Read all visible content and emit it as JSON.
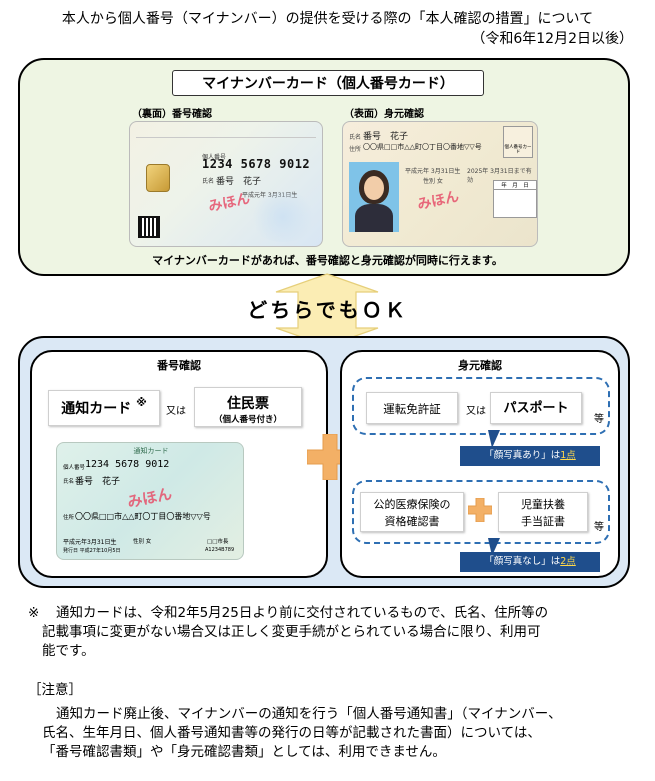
{
  "title": {
    "line1": "本人から個人番号（マイナンバー）の提供を受ける際の「本人確認の措置」について",
    "line2": "（令和6年12月2日以後）"
  },
  "mynumber_card": {
    "label": "マイナンバーカード（個人番号カード）",
    "back_label": "（裏面）番号確認",
    "front_label": "（表面）身元確認",
    "back": {
      "number_label": "個人番号",
      "number": "1234  5678  9012",
      "name_label": "氏名",
      "name": "番号　花子",
      "birth": "平成元年 3月31日生",
      "sample": "みほん"
    },
    "front": {
      "name_label": "氏名",
      "name": "番号　花子",
      "address_label": "住所",
      "address": "〇〇県□□市△△町〇丁目〇番地▽▽号",
      "birth": "平成元年 3月31日生",
      "sex": "性別 女",
      "expiry": "2025年 3月31日まで有効",
      "year_month": "年　月　日",
      "badge": "個人番号カード",
      "sample": "みほん"
    },
    "caption": "マイナンバーカードがあれば、番号確認と身元確認が同時に行えます。"
  },
  "either_ok": "どちらでもＯＫ",
  "number_check": {
    "title": "番号確認",
    "notice_card": "通知カード",
    "notice_mark": "※",
    "or": "又は",
    "juminhyo": "住民票",
    "juminhyo_sub": "（個人番号付き）",
    "card": {
      "title": "通知カード",
      "number_label": "個人番号",
      "number": "1234 5678 9012",
      "name_label": "氏名",
      "name": "番号　花子",
      "address_label": "住所",
      "address": "〇〇県□□市△△町〇丁目〇番地▽▽号",
      "birth": "平成元年3月31日生",
      "sex": "性別 女",
      "issued": "発行日 平成27年10月5日",
      "office": "□□市長",
      "serial": "A1234B789",
      "sample": "みほん"
    }
  },
  "identity_check": {
    "title": "身元確認",
    "license": "運転免許証",
    "or": "又は",
    "passport": "パスポート",
    "etc1": "等",
    "photo_yes_prefix": "「顔写真あり」は",
    "photo_yes_count": "1点",
    "insurance_line1": "公的医療保険の",
    "insurance_line2": "資格確認書",
    "allowance_line1": "児童扶養",
    "allowance_line2": "手当証書",
    "etc2": "等",
    "photo_no_prefix": "「顔写真なし」は",
    "photo_no_count": "2点"
  },
  "notes": {
    "asterisk_mark": "※",
    "asterisk_line1": "通知カードは、令和2年5月25日より前に交付されているもので、氏名、住所等の",
    "asterisk_line2": "記載事項に変更がない場合又は正しく変更手続がとられている場合に限り、利用可",
    "asterisk_line3": "能です。",
    "caution_title": "［注意］",
    "caution_line1": "通知カード廃止後、マイナンバーの通知を行う「個人番号通知書」（マイナンバー、",
    "caution_line2": "氏名、生年月日、個人番号通知書等の発行の日等が記載された書面）については、",
    "caution_line3": "「番号確認書類」や「身元確認書類」としては、利用できません。"
  },
  "colors": {
    "green_bg": "#eef5e3",
    "blue_bg": "#dbe8f5",
    "dash_blue": "#2e6fb3",
    "label_navy": "#1f4e8c",
    "plus_orange": "#f3b066",
    "arrow_yellow": "#fbedb4"
  }
}
